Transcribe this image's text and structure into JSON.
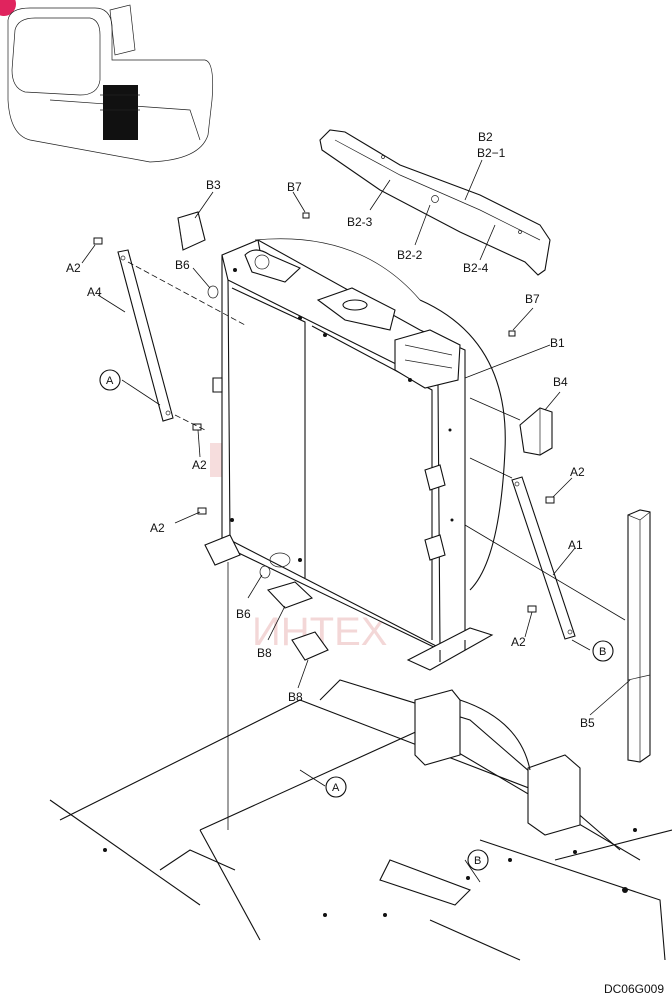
{
  "figure_id": "DC06G009",
  "watermark_text": "ИНТЕХ",
  "labels": {
    "b2": "B2",
    "b2_1": "B2−1",
    "b2_3": "B2-3",
    "b2_2": "B2-2",
    "b2_4": "B2-4",
    "b3": "B3",
    "b7_top": "B7",
    "b7_right": "B7",
    "b6_top": "B6",
    "b6_bottom": "B6",
    "b1": "B1",
    "b4": "B4",
    "a2_topleft": "A2",
    "a4": "A4",
    "a_circle_left": "A",
    "a2_midleft": "A2",
    "a2_left": "A2",
    "a2_right_top": "A2",
    "a1": "A1",
    "a2_right_bottom": "A2",
    "b_circle_right": "B",
    "b8_top": "B8",
    "b8_bottom": "B8",
    "b5": "B5",
    "a_circle_frame": "A",
    "b_circle_frame": "B"
  },
  "colors": {
    "line": "#111111",
    "watermark": "#e8a0a0",
    "badge": "#e0245e"
  }
}
